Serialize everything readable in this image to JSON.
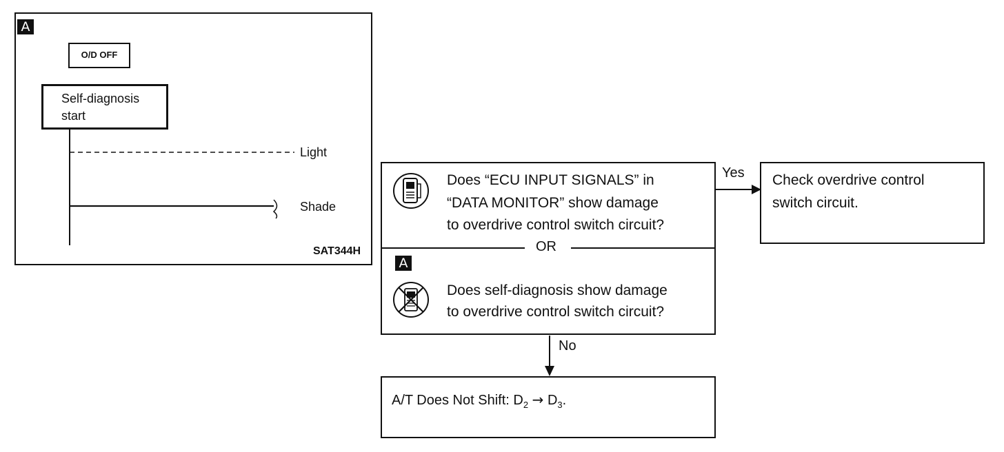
{
  "inset": {
    "badge": "A",
    "od_button": "O/D OFF",
    "self_diag_line1": "Self-diagnosis",
    "self_diag_line2": "start",
    "light_label": "Light",
    "shade_label": "Shade",
    "figure_code": "SAT344H"
  },
  "question": {
    "consult_line1": "Does “ECU INPUT SIGNALS” in",
    "consult_line2": "“DATA MONITOR” show damage",
    "consult_line3": "to overdrive control switch circuit?",
    "or_label": "OR",
    "badge": "A",
    "selfdiag_line1": "Does self-diagnosis show damage",
    "selfdiag_line2": "to overdrive control switch circuit?"
  },
  "yes_branch": {
    "label": "Yes",
    "action_line1": "Check overdrive control",
    "action_line2": "switch circuit."
  },
  "no_branch": {
    "label": "No",
    "result_prefix": "A/T Does Not Shift: D",
    "sub1": "2",
    "arrow": "→",
    "d": "D",
    "sub2": "3",
    "period": "."
  },
  "icons": [
    "consult-tester-icon",
    "no-tester-icon"
  ]
}
